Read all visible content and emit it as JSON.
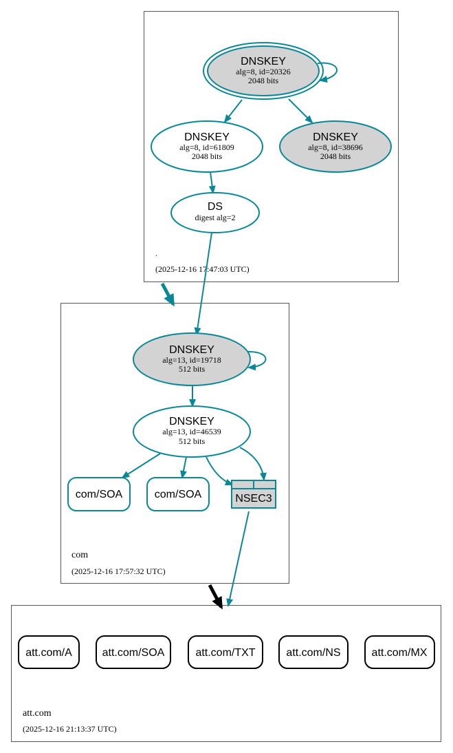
{
  "colors": {
    "edge": "#0a8796",
    "node_fill_gray": "#d3d3d3",
    "text": "#000000",
    "cluster_border": "#555555"
  },
  "zones": {
    "root": {
      "name": ".",
      "timestamp": "(2025-12-16 17:47:03 UTC)"
    },
    "com": {
      "name": "com",
      "timestamp": "(2025-12-16 17:57:32 UTC)"
    },
    "att": {
      "name": "att.com",
      "timestamp": "(2025-12-16 21:13:37 UTC)"
    }
  },
  "nodes": {
    "root_ksk": {
      "title": "DNSKEY",
      "line1": "alg=8, id=20326",
      "line2": "2048 bits"
    },
    "root_zsk": {
      "title": "DNSKEY",
      "line1": "alg=8, id=61809",
      "line2": "2048 bits"
    },
    "root_key3": {
      "title": "DNSKEY",
      "line1": "alg=8, id=38696",
      "line2": "2048 bits"
    },
    "root_ds": {
      "title": "DS",
      "line1": "digest alg=2"
    },
    "com_ksk": {
      "title": "DNSKEY",
      "line1": "alg=13, id=19718",
      "line2": "512 bits"
    },
    "com_zsk": {
      "title": "DNSKEY",
      "line1": "alg=13, id=46539",
      "line2": "512 bits"
    },
    "com_soa1": {
      "label": "com/SOA"
    },
    "com_soa2": {
      "label": "com/SOA"
    },
    "com_nsec3": {
      "label": "NSEC3"
    },
    "att_a": {
      "label": "att.com/A"
    },
    "att_soa": {
      "label": "att.com/SOA"
    },
    "att_txt": {
      "label": "att.com/TXT"
    },
    "att_ns": {
      "label": "att.com/NS"
    },
    "att_mx": {
      "label": "att.com/MX"
    }
  }
}
